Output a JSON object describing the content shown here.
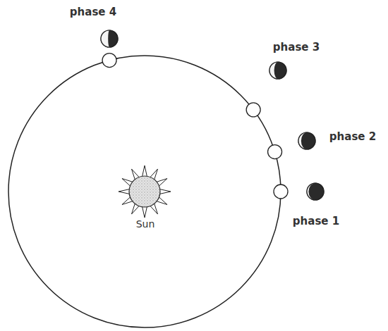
{
  "diagram": {
    "labels": [
      "phase 4",
      "phase 3",
      "phase 2",
      "phase 1",
      "Sun"
    ]
  }
}
